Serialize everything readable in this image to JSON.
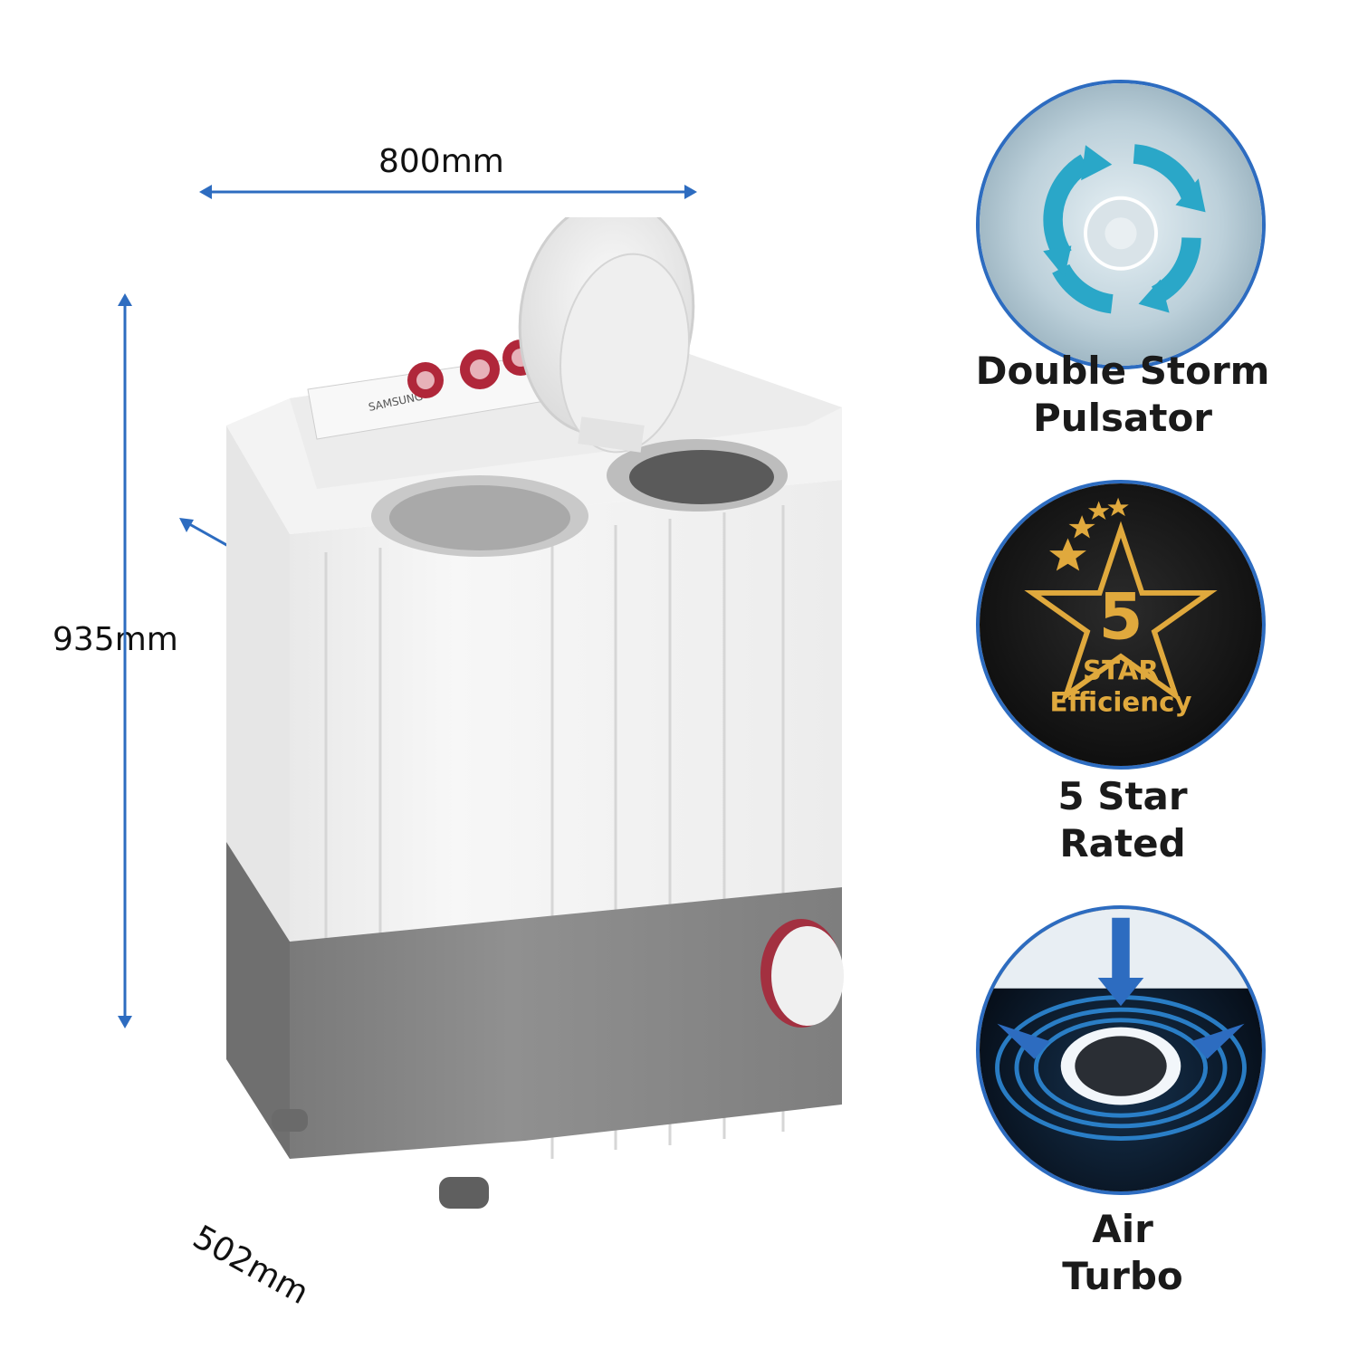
{
  "dimensions": {
    "width": "800mm",
    "height": "935mm",
    "depth": "502mm"
  },
  "product": {
    "brand": "SAMSUNG",
    "color_body": "#f2f2f2",
    "color_base": "#8c8c8c",
    "color_knob": "#b0273a"
  },
  "features": [
    {
      "title_line1": "Double Storm",
      "title_line2": "Pulsator",
      "icon": "double-storm-pulsator-icon"
    },
    {
      "title_line1": "5 Star",
      "title_line2": "Rated",
      "badge_number": "5",
      "badge_line1": "STAR",
      "badge_line2": "Efficiency",
      "icon": "five-star-efficiency-icon"
    },
    {
      "title_line1": "Air",
      "title_line2": "Turbo",
      "icon": "air-turbo-icon"
    }
  ],
  "accent_color": "#2d6cc0"
}
